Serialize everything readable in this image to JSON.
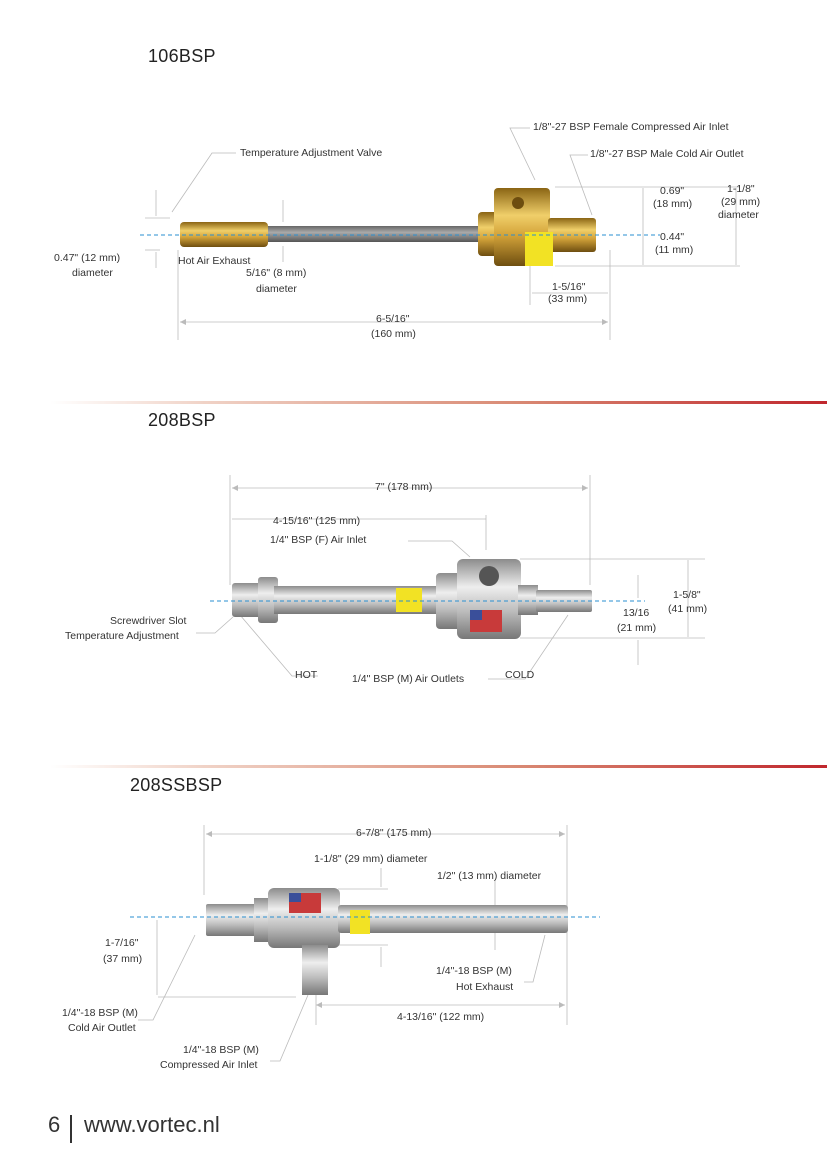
{
  "sections": [
    {
      "title": "106BSP",
      "labels": {
        "inlet": "1/8\"-27 BSP Female Compressed Air Inlet",
        "valve": "Temperature Adjustment Valve",
        "outlet": "1/8\"-27 BSP Male Cold Air Outlet",
        "d069": "0.69\"",
        "d069mm": "(18 mm)",
        "d118": "1-1/8\"",
        "d118mm": "(29 mm)",
        "d118diam": "diameter",
        "d044": "0.44\"",
        "d044mm": "(11 mm)",
        "d047": "0.47\" (12 mm)",
        "d047diam": "diameter",
        "hot": "Hot Air Exhaust",
        "d516": "5/16\" (8 mm)",
        "d516diam": "diameter",
        "d1516": "1-5/16\"",
        "d1516mm": "(33 mm)",
        "d6516": "6-5/16\"",
        "d6516mm": "(160 mm)"
      }
    },
    {
      "title": "208BSP",
      "labels": {
        "d7": "7\" (178 mm)",
        "d41516": "4-15/16\" (125 mm)",
        "inlet": "1/4\" BSP (F) Air Inlet",
        "d158": "1-5/8\"",
        "d158mm": "(41 mm)",
        "d1316": "13/16",
        "d1316mm": "(21 mm)",
        "slot1": "Screwdriver Slot",
        "slot2": "Temperature Adjustment",
        "hot": "HOT",
        "outlets": "1/4\" BSP (M) Air Outlets",
        "cold": "COLD"
      }
    },
    {
      "title": "208SSBSP",
      "labels": {
        "d678": "6-7/8\" (175 mm)",
        "d118": "1-1/8\" (29 mm) diameter",
        "d12": "1/2\" (13 mm) diameter",
        "d1716": "1-7/16\"",
        "d1716mm": "(37 mm)",
        "hot1": "1/4\"-18 BSP (M)",
        "hot2": "Hot Exhaust",
        "cold1": "1/4\"-18 BSP (M)",
        "cold2": "Cold Air Outlet",
        "d41316": "4-13/16\" (122 mm)",
        "inlet1": "1/4\"-18 BSP (M)",
        "inlet2": "Compressed Air Inlet"
      }
    }
  ],
  "footer": {
    "page": "6",
    "url": "www.vortec.nl"
  }
}
